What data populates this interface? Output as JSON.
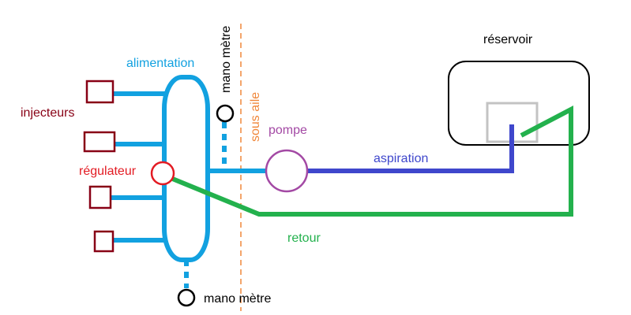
{
  "labels": {
    "alimentation": "alimentation",
    "mano_metre_top": "mano mètre",
    "sous_aile": "sous aile",
    "pompe": "pompe",
    "reservoir": "réservoir",
    "injecteurs": "injecteurs",
    "regulateur": "régulateur",
    "aspiration": "aspiration",
    "retour": "retour",
    "mano_metre_bottom": "mano mètre"
  },
  "colors": {
    "alimentation": "#12a1e0",
    "aspiration": "#3f47cc",
    "retour": "#23b14d",
    "regulateur": "#e31b23",
    "pompe": "#a349a4",
    "injecteurs": "#880015",
    "sous_aile": "#f0873a",
    "reservoir_outline": "#000000",
    "inner_box": "#c3c3c3",
    "text_dark": "#000000"
  }
}
